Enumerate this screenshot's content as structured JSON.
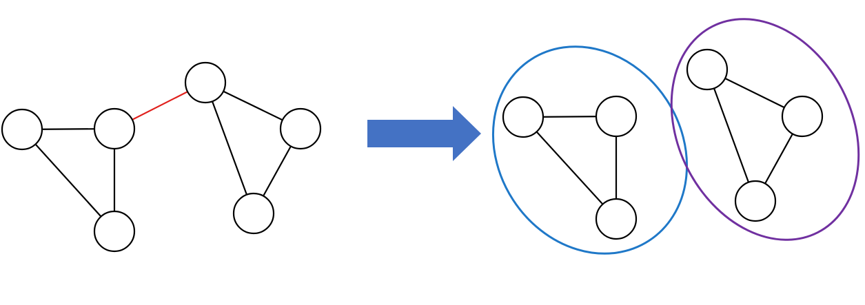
{
  "diagram": {
    "description_free": true,
    "colors": {
      "node_stroke": "#000000",
      "node_fill": "#ffffff",
      "edge": "#000000",
      "cut_edge": "#e0201c",
      "arrow": "#4472c4",
      "cluster_a": "#1f78c8",
      "cluster_b": "#7030a0"
    },
    "left_graph": {
      "nodes": [
        "a",
        "b",
        "c",
        "d",
        "e",
        "f"
      ],
      "edges": [
        {
          "from": "a",
          "to": "b",
          "cut": false
        },
        {
          "from": "a",
          "to": "c",
          "cut": false
        },
        {
          "from": "b",
          "to": "c",
          "cut": false
        },
        {
          "from": "b",
          "to": "d",
          "cut": true
        },
        {
          "from": "d",
          "to": "e",
          "cut": false
        },
        {
          "from": "d",
          "to": "f",
          "cut": false
        },
        {
          "from": "e",
          "to": "f",
          "cut": false
        }
      ]
    },
    "arrow_icon": "right-arrow-icon",
    "right_graph": {
      "clusters": [
        {
          "name": "cluster-a",
          "nodes": [
            "g",
            "h",
            "i"
          ],
          "edges": [
            {
              "from": "g",
              "to": "h"
            },
            {
              "from": "g",
              "to": "i"
            },
            {
              "from": "h",
              "to": "i"
            }
          ]
        },
        {
          "name": "cluster-b",
          "nodes": [
            "j",
            "k",
            "l"
          ],
          "edges": [
            {
              "from": "j",
              "to": "k"
            },
            {
              "from": "j",
              "to": "l"
            },
            {
              "from": "k",
              "to": "l"
            }
          ]
        }
      ]
    }
  }
}
